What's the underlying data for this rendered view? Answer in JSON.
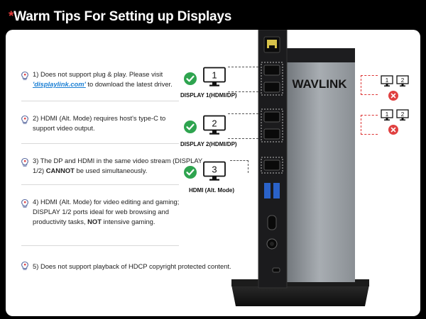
{
  "header": {
    "star": "*",
    "title": "Warm Tips For Setting up Displays"
  },
  "tips": [
    {
      "pre": "1) Does not support plug & play. Please visit ",
      "link": "'displaylink.com'",
      "post": " to download the latest driver."
    },
    {
      "line1": "2) HDMI (Alt. Mode) requires host's type-C to",
      "line2": "support video output."
    },
    {
      "pre": "3) The DP and HDMI in the same video stream (DISPLAY 1/2) ",
      "bold": "CANNOT",
      "post": " be used simultaneously."
    },
    {
      "pre": "4) HDMI (Alt. Mode) for video editing and gaming; DISPLAY 1/2 ports ideal for web browsing and productivity tasks, ",
      "bold": "NOT",
      "post": " intensive gaming."
    },
    {
      "text": "5) Does not support playback of HDCP copyright protected content."
    }
  ],
  "displays": [
    {
      "number": "1",
      "label": "DISPLAY 1(HDMI/DP)"
    },
    {
      "number": "2",
      "label": "DISPLAY 2(HDMI/DP)"
    },
    {
      "number": "3",
      "label": "HDMI (Alt. Mode)"
    }
  ],
  "brand": "WAVLINK",
  "invalid_combos": [
    {
      "left": "1",
      "right": "2"
    },
    {
      "left": "1",
      "right": "2"
    }
  ],
  "colors": {
    "check": "#2ea44f",
    "error": "#e04040",
    "link": "#1a7fd4",
    "title_star": "#e23b3b"
  },
  "icons": [
    "lightbulb-icon",
    "check-icon",
    "monitor-icon",
    "x-icon",
    "usb-port-icon",
    "audio-jack-icon"
  ]
}
